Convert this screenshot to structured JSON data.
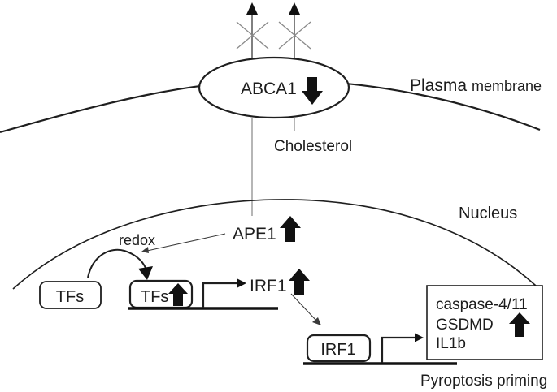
{
  "diagram": {
    "plasma_membrane": {
      "label_primary": "Plasma",
      "label_secondary": "membrane"
    },
    "transporter": {
      "name": "ABCA1",
      "change": "decreased"
    },
    "cholesterol": {
      "label": "Cholesterol"
    },
    "nucleus": {
      "label": "Nucleus"
    },
    "ape1": {
      "name": "APE1",
      "change": "increased"
    },
    "redox": {
      "label": "redox"
    },
    "tfs": {
      "inactive_label": "TFs",
      "active_label": "TFs",
      "active_change": "increased"
    },
    "irf1": {
      "product_label": "IRF1",
      "product_change": "increased",
      "gene_label": "IRF1"
    },
    "target_genes": {
      "lines": [
        "caspase-4/11",
        "GSDMD",
        "IL1b"
      ],
      "change": "increased"
    },
    "outcome": {
      "label": "Pyroptosis priming"
    }
  },
  "icons": {
    "up_block_arrow": "⬆ increase",
    "down_block_arrow": "⬇ decrease",
    "cross_out": "✕ blocked",
    "bent_arrow": "transcription start",
    "curved_arrow": "redox activation"
  },
  "colors": {
    "ink": "#1f1f1f",
    "muted_line": "#8f8f8f",
    "shaft_gray": "#606060",
    "background": "#ffffff"
  }
}
